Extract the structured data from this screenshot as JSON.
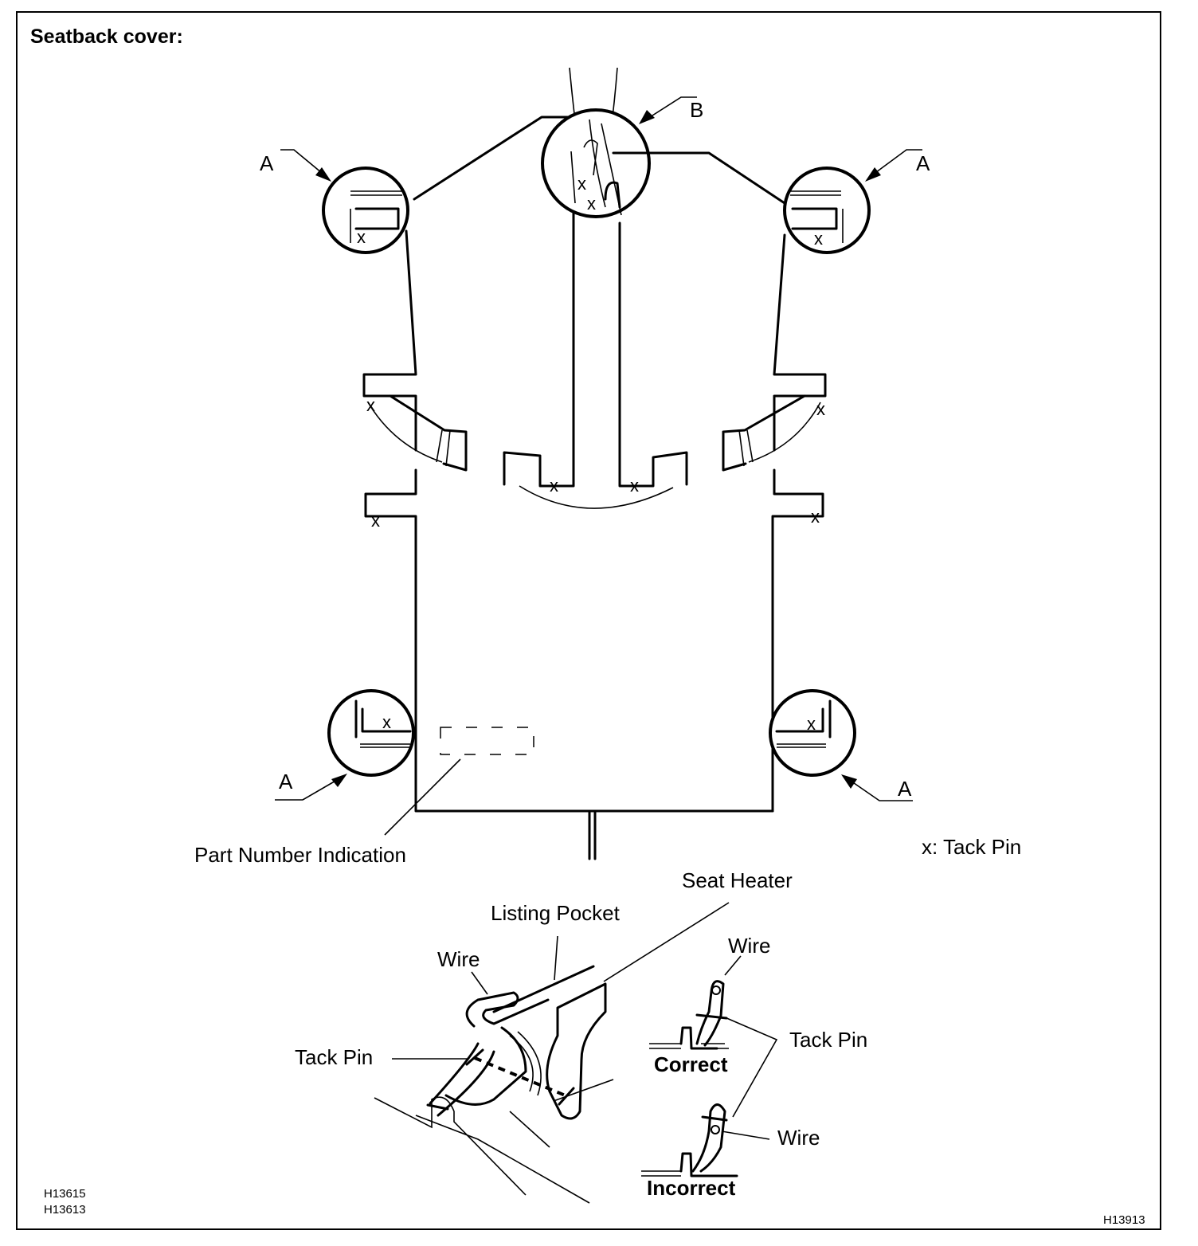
{
  "title": "Seatback cover:",
  "labels": {
    "a": "A",
    "b": "B",
    "x": "x",
    "part_number": "Part Number Indication",
    "legend": "x: Tack Pin",
    "seat_heater": "Seat Heater",
    "listing_pocket": "Listing Pocket",
    "wire": "Wire",
    "tack_pin": "Tack Pin",
    "correct": "Correct",
    "incorrect": "Incorrect"
  },
  "codes": {
    "left": [
      "H13615",
      "H13613"
    ],
    "right": "H13913"
  }
}
